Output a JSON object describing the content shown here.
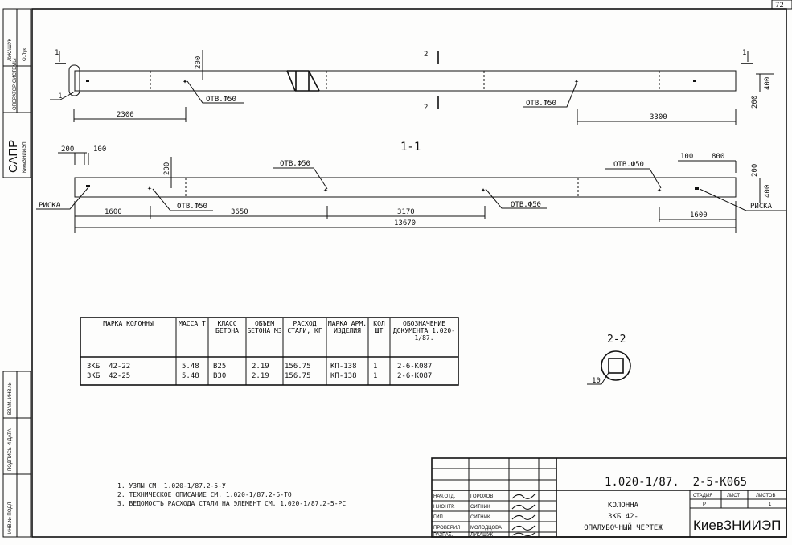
{
  "sheet_number": "72",
  "side_strip": {
    "operator_name": "ЛУКАШУК",
    "operator_signature": "О.Лук",
    "operator_label": "ОПЕРАТОР СИСТЕМЫ",
    "sapr_label": "САПР",
    "sapr_org": "КиевЗНИИЭП",
    "stamp_cells": [
      "ИНВ.№ ПОДЛ",
      "ПОДПИСЬ И ДАТА",
      "ВЗАМ. ИНВ.№"
    ]
  },
  "plan_view": {
    "section_mark_1": "1",
    "section_mark_2": "2",
    "callout": "1",
    "dim_200": "200",
    "dim_400": "400",
    "hole_label": "ОТВ.Ф50",
    "dim_left": "2300",
    "dim_right": "3300"
  },
  "section_1_1": {
    "title": "1-1",
    "dim_200": "200",
    "dim_100": "100",
    "dim_800": "800",
    "dim_400": "400",
    "hole_label": "ОТВ.Ф50",
    "mark_label": "РИСКА",
    "dims": [
      "1600",
      "3650",
      "3170",
      "1600"
    ],
    "total": "13670"
  },
  "section_2_2": {
    "title": "2-2",
    "callout": "10"
  },
  "spec_table": {
    "headers": [
      "МАРКА КОЛОННЫ",
      "МАССА Т",
      "КЛАСС БЕТОНА",
      "ОБЪЕМ БЕТОНА М3",
      "РАСХОД СТАЛИ, КГ",
      "МАРКА АРМ. ИЗДЕЛИЯ",
      "КОЛ ШТ",
      "ОБОЗНАЧЕНИЕ ДОКУМЕНТА 1.020-1/87."
    ],
    "rows": [
      [
        "ЗКБ  42-22",
        "5.48",
        "В25",
        "2.19",
        "156.75",
        "КП-138",
        "1",
        "2-6-К087"
      ],
      [
        "ЗКБ  42-25",
        "5.48",
        "В30",
        "2.19",
        "156.75",
        "КП-138",
        "1",
        "2-6-К087"
      ]
    ]
  },
  "notes": [
    "1. УЗЛЫ СМ. 1.020-1/87.2-5-У",
    "2. ТЕХНИЧЕСКОЕ ОПИСАНИЕ СМ. 1.020-1/87.2-5-ТО",
    "3. ВЕДОМОСТЬ РАСХОДА СТАЛИ НА ЭЛЕМЕНТ СМ. 1.020-1/87.2-5-РС"
  ],
  "title_block": {
    "document_code": "1.020-1/87.  2-5-К065",
    "signers": [
      {
        "role": "НАЧ.ОТД.",
        "name": "ГОРОХОВ"
      },
      {
        "role": "Н.КОНТР.",
        "name": "СИТНИК"
      },
      {
        "role": "ГИП",
        "name": "СИТНИК"
      },
      {
        "role": "ПРОВЕРИЛ",
        "name": "МОЛОДЦОВА"
      },
      {
        "role": "РАЗРАБ.",
        "name": "ЛУКАШУК"
      }
    ],
    "title_lines": [
      "КОЛОННА",
      "ЗКБ 42-",
      "ОПАЛУБОЧНЫЙ ЧЕРТЕЖ"
    ],
    "stage_label": "СТАДИЯ",
    "sheet_label": "ЛИСТ",
    "sheets_label": "ЛИСТОВ",
    "stage": "Р",
    "sheet": "",
    "sheets": "1",
    "organization": "КиевЗНИИЭП"
  }
}
